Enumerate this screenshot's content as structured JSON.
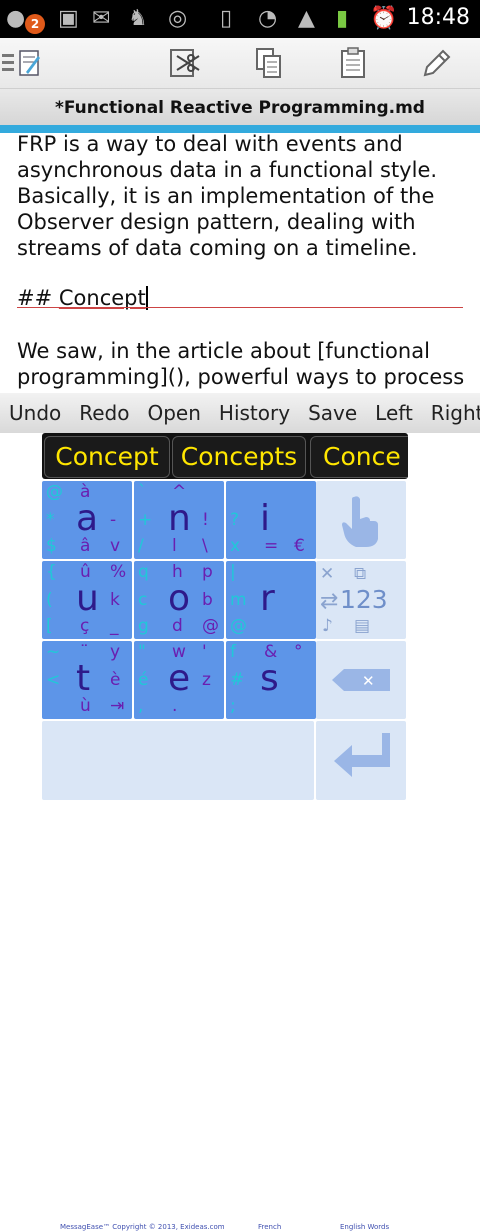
{
  "statusbar": {
    "notification_count": "2",
    "time": "18:48"
  },
  "toolbar": {
    "icons": [
      "menu-icon",
      "document-icon",
      "cut-icon",
      "copy-icon",
      "paste-icon",
      "edit-icon"
    ]
  },
  "document": {
    "title": "*Functional Reactive Programming.md",
    "para1": "FRP is a way to deal with events and asynchronous data in a functional style. Basically, it is an implementation of the Observer design pattern, dealing with streams of data coming on a timeline.",
    "heading_prefix": "## ",
    "heading_word": "Concept",
    "para2": "We saw, in the article about [functional programming](), powerful ways to process"
  },
  "actions": [
    "Undo",
    "Redo",
    "Open",
    "History",
    "Save",
    "Left",
    "Right"
  ],
  "suggestions": [
    "Concept",
    "Concepts",
    "Conce"
  ],
  "keyboard": {
    "cells": [
      {
        "main": "a",
        "tl": "@",
        "tc": "à",
        "tr": "",
        "ml": "*",
        "mr": "-",
        "bl": "$",
        "bc": "â",
        "br": "v"
      },
      {
        "main": "n",
        "tl": "`",
        "tc": "^",
        "tr": "",
        "ml": "+",
        "mr": "!",
        "bl": "/",
        "bc": "l",
        "br": "\\"
      },
      {
        "main": "i",
        "tl": "",
        "tc": "",
        "tr": "",
        "ml": "?",
        "mr": "",
        "bl": "x",
        "bc": "=",
        "br": "€"
      },
      {
        "main": "u",
        "tl": "{",
        "tc": "û",
        "tr": "%",
        "ml": "(",
        "mr": "k",
        "bl": "[",
        "bc": "ç",
        "br": "_"
      },
      {
        "main": "o",
        "tl": "q",
        "tc": "h",
        "tr": "p",
        "ml": "c",
        "mr": "b",
        "bl": "g",
        "bc": "d",
        "br": "@"
      },
      {
        "main": "r",
        "tl": "|",
        "tc": "",
        "tr": "",
        "ml": "m",
        "mr": "",
        "bl": "@",
        "bc": "",
        "br": ""
      },
      {
        "main": "t",
        "tl": "~",
        "tc": "¨",
        "tr": "y",
        "ml": "<",
        "mr": "è",
        "bl": "",
        "bc": "ù",
        "br": "⇥"
      },
      {
        "main": "e",
        "tl": "\"",
        "tc": "w",
        "tr": "'",
        "ml": "é",
        "mr": "z",
        "bl": ",",
        "bc": ".",
        "br": ""
      },
      {
        "main": "s",
        "tl": "f",
        "tc": "&",
        "tr": "°",
        "ml": "#",
        "mr": "",
        "bl": ";",
        "bc": "",
        "br": ""
      }
    ],
    "mode_label": "123",
    "footer_copyright": "MessagEase™ Copyright © 2013, Exideas.com",
    "footer_lang1": "French",
    "footer_lang2": "English Words"
  },
  "colors": {
    "accent": "#33aadd",
    "suggestion_text": "#ffe600",
    "key_blue": "#5d95e8"
  }
}
